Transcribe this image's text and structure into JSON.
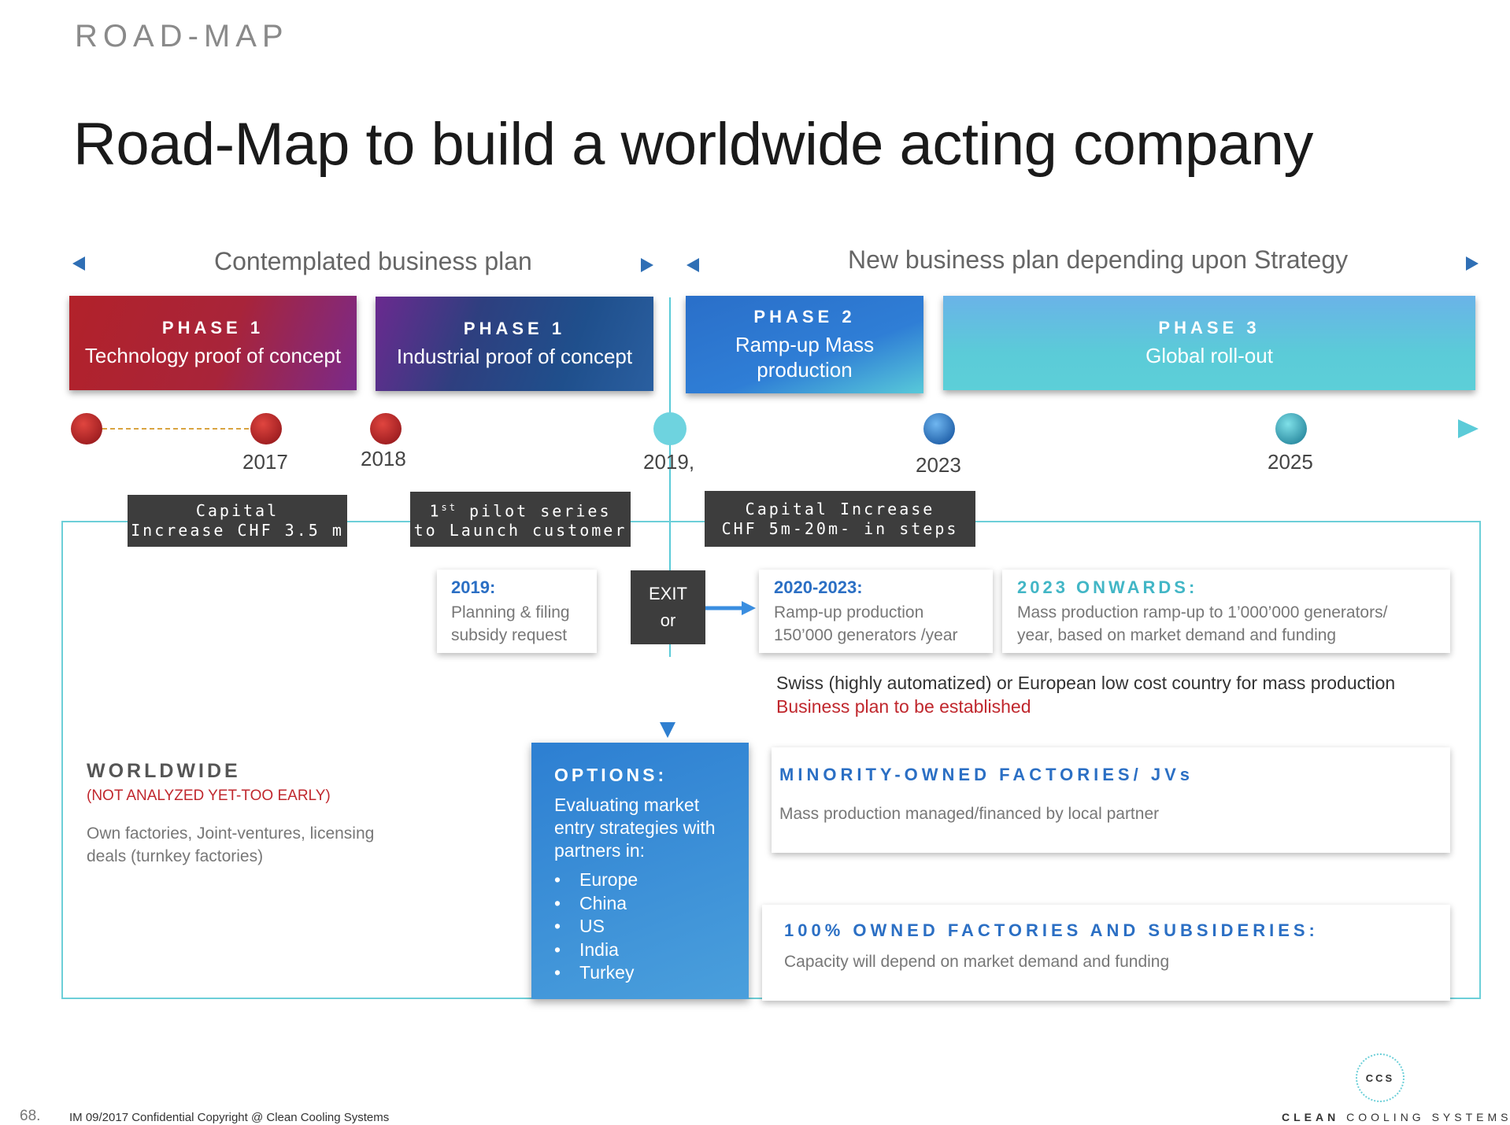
{
  "header": {
    "section_label": "ROAD-MAP",
    "title": "Road-Map to build a worldwide acting company"
  },
  "plans": {
    "left_label": "Contemplated business plan",
    "right_label": "New business plan depending upon Strategy"
  },
  "phases": [
    {
      "number": "PHASE 1",
      "text": "Technology proof of concept"
    },
    {
      "number": "PHASE 1",
      "text": "Industrial proof of concept"
    },
    {
      "number": "PHASE 2",
      "text": "Ramp-up Mass production"
    },
    {
      "number": "PHASE 3",
      "text": "Global roll-out"
    }
  ],
  "timeline": {
    "years": [
      "2017",
      "2018",
      "2019,",
      "2023",
      "2025"
    ]
  },
  "milestones": {
    "capital_1": {
      "line1": "Capital",
      "line2": "Increase CHF 3.5 m"
    },
    "pilot": {
      "line1_pre": "1",
      "line1_sup": "st",
      "line1_post": " pilot series",
      "line2": "to Launch customer"
    },
    "capital_2": {
      "line1": "Capital Increase",
      "line2": "CHF 5m-20m- in steps"
    }
  },
  "cards": {
    "c2019": {
      "head": "2019:",
      "line1": "Planning & filing",
      "line2": "subsidy request"
    },
    "exit": {
      "line1": "EXIT",
      "line2": "or"
    },
    "c2020": {
      "head": "2020-2023:",
      "line1": "Ramp-up production",
      "line2": "150’000 generators /year"
    },
    "c2023": {
      "head": "2023 ONWARDS:",
      "line1": "Mass production ramp-up to 1’000’000 generators/",
      "line2": "year, based on market demand and funding"
    }
  },
  "production_note": {
    "line1": "Swiss (highly automatized) or European low cost country for mass production",
    "line2": "Business plan to be established"
  },
  "worldwide": {
    "title": "WORLDWIDE",
    "subtitle": "(NOT ANALYZED YET-TOO EARLY)",
    "line1": "Own factories, Joint-ventures, licensing",
    "line2": "deals (turnkey factories)"
  },
  "options": {
    "title": "OPTIONS:",
    "intro": "Evaluating market entry strategies with partners in:",
    "items": [
      "Europe",
      "China",
      "US",
      "India",
      "Turkey"
    ]
  },
  "minority": {
    "head": "MINORITY-OWNED FACTORIES/ JVs",
    "body": "Mass production managed/financed by local partner"
  },
  "owned": {
    "head": "100% OWNED FACTORIES AND SUBSIDERIES:",
    "body": "Capacity will depend on market demand and funding"
  },
  "footer": {
    "page_number": "68.",
    "copyright": "IM 09/2017 Confidential Copyright @ Clean Cooling Systems",
    "logo_abbr": "CCS",
    "logo_name_bold": "CLEAN",
    "logo_name_rest": "COOLING SYSTEMS"
  },
  "colors": {
    "red": "#c0272d",
    "navy": "#1e4f8a",
    "blue": "#2b6fc4",
    "cyan": "#5bcbd8",
    "dark_box": "#3d3d3d"
  }
}
